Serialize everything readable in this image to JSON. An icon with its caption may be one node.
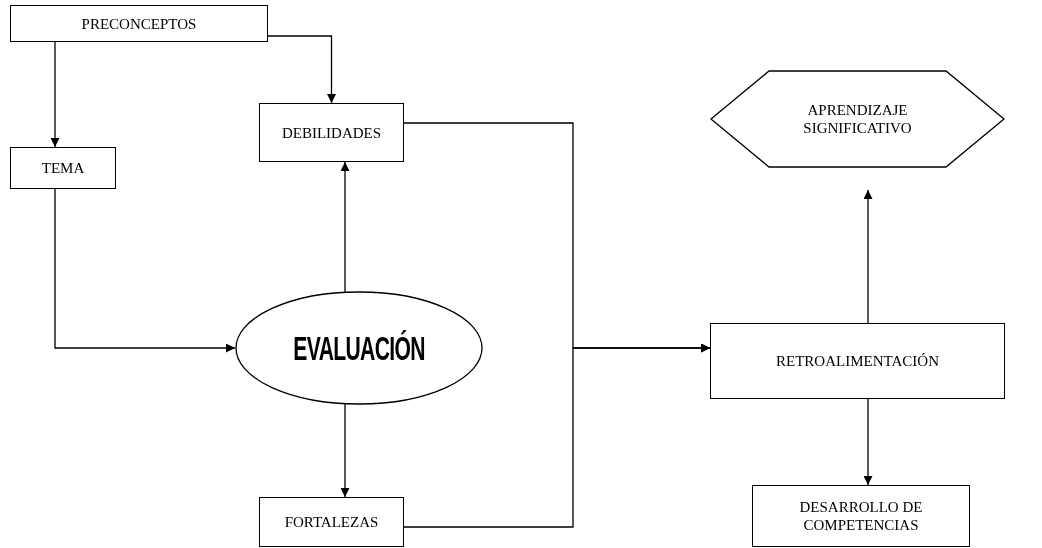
{
  "diagram": {
    "nodes": [
      {
        "text": [
          "PRECONCEPTOS"
        ]
      },
      {
        "text": [
          "DEBILIDADES"
        ]
      },
      {
        "text": [
          "TEMA"
        ]
      },
      {
        "text": [
          "EVALUACIÓN"
        ]
      },
      {
        "text": [
          "FORTALEZAS"
        ]
      },
      {
        "text": [
          "APRENDIZAJE SIGNIFICATIVO"
        ]
      },
      {
        "text": [
          "RETROALIMENTACIÓN"
        ]
      },
      {
        "text": [
          "DESARROLLO DE COMPETENCIAS"
        ]
      }
    ],
    "edges": [
      {
        "from": 0,
        "to": 1,
        "arrow": "to"
      },
      {
        "from": 0,
        "to": 2,
        "arrow": "to"
      },
      {
        "from": 2,
        "to": 3,
        "arrow": "to"
      },
      {
        "from": 3,
        "to": 1,
        "arrow": "to"
      },
      {
        "from": 3,
        "to": 4,
        "arrow": "to"
      },
      {
        "from": 1,
        "to": 6,
        "arrow": "to"
      },
      {
        "from": 4,
        "to": 6,
        "arrow": "to"
      },
      {
        "from": 6,
        "to": 5,
        "arrow": "to"
      },
      {
        "from": 6,
        "to": 7,
        "arrow": "to"
      }
    ]
  }
}
